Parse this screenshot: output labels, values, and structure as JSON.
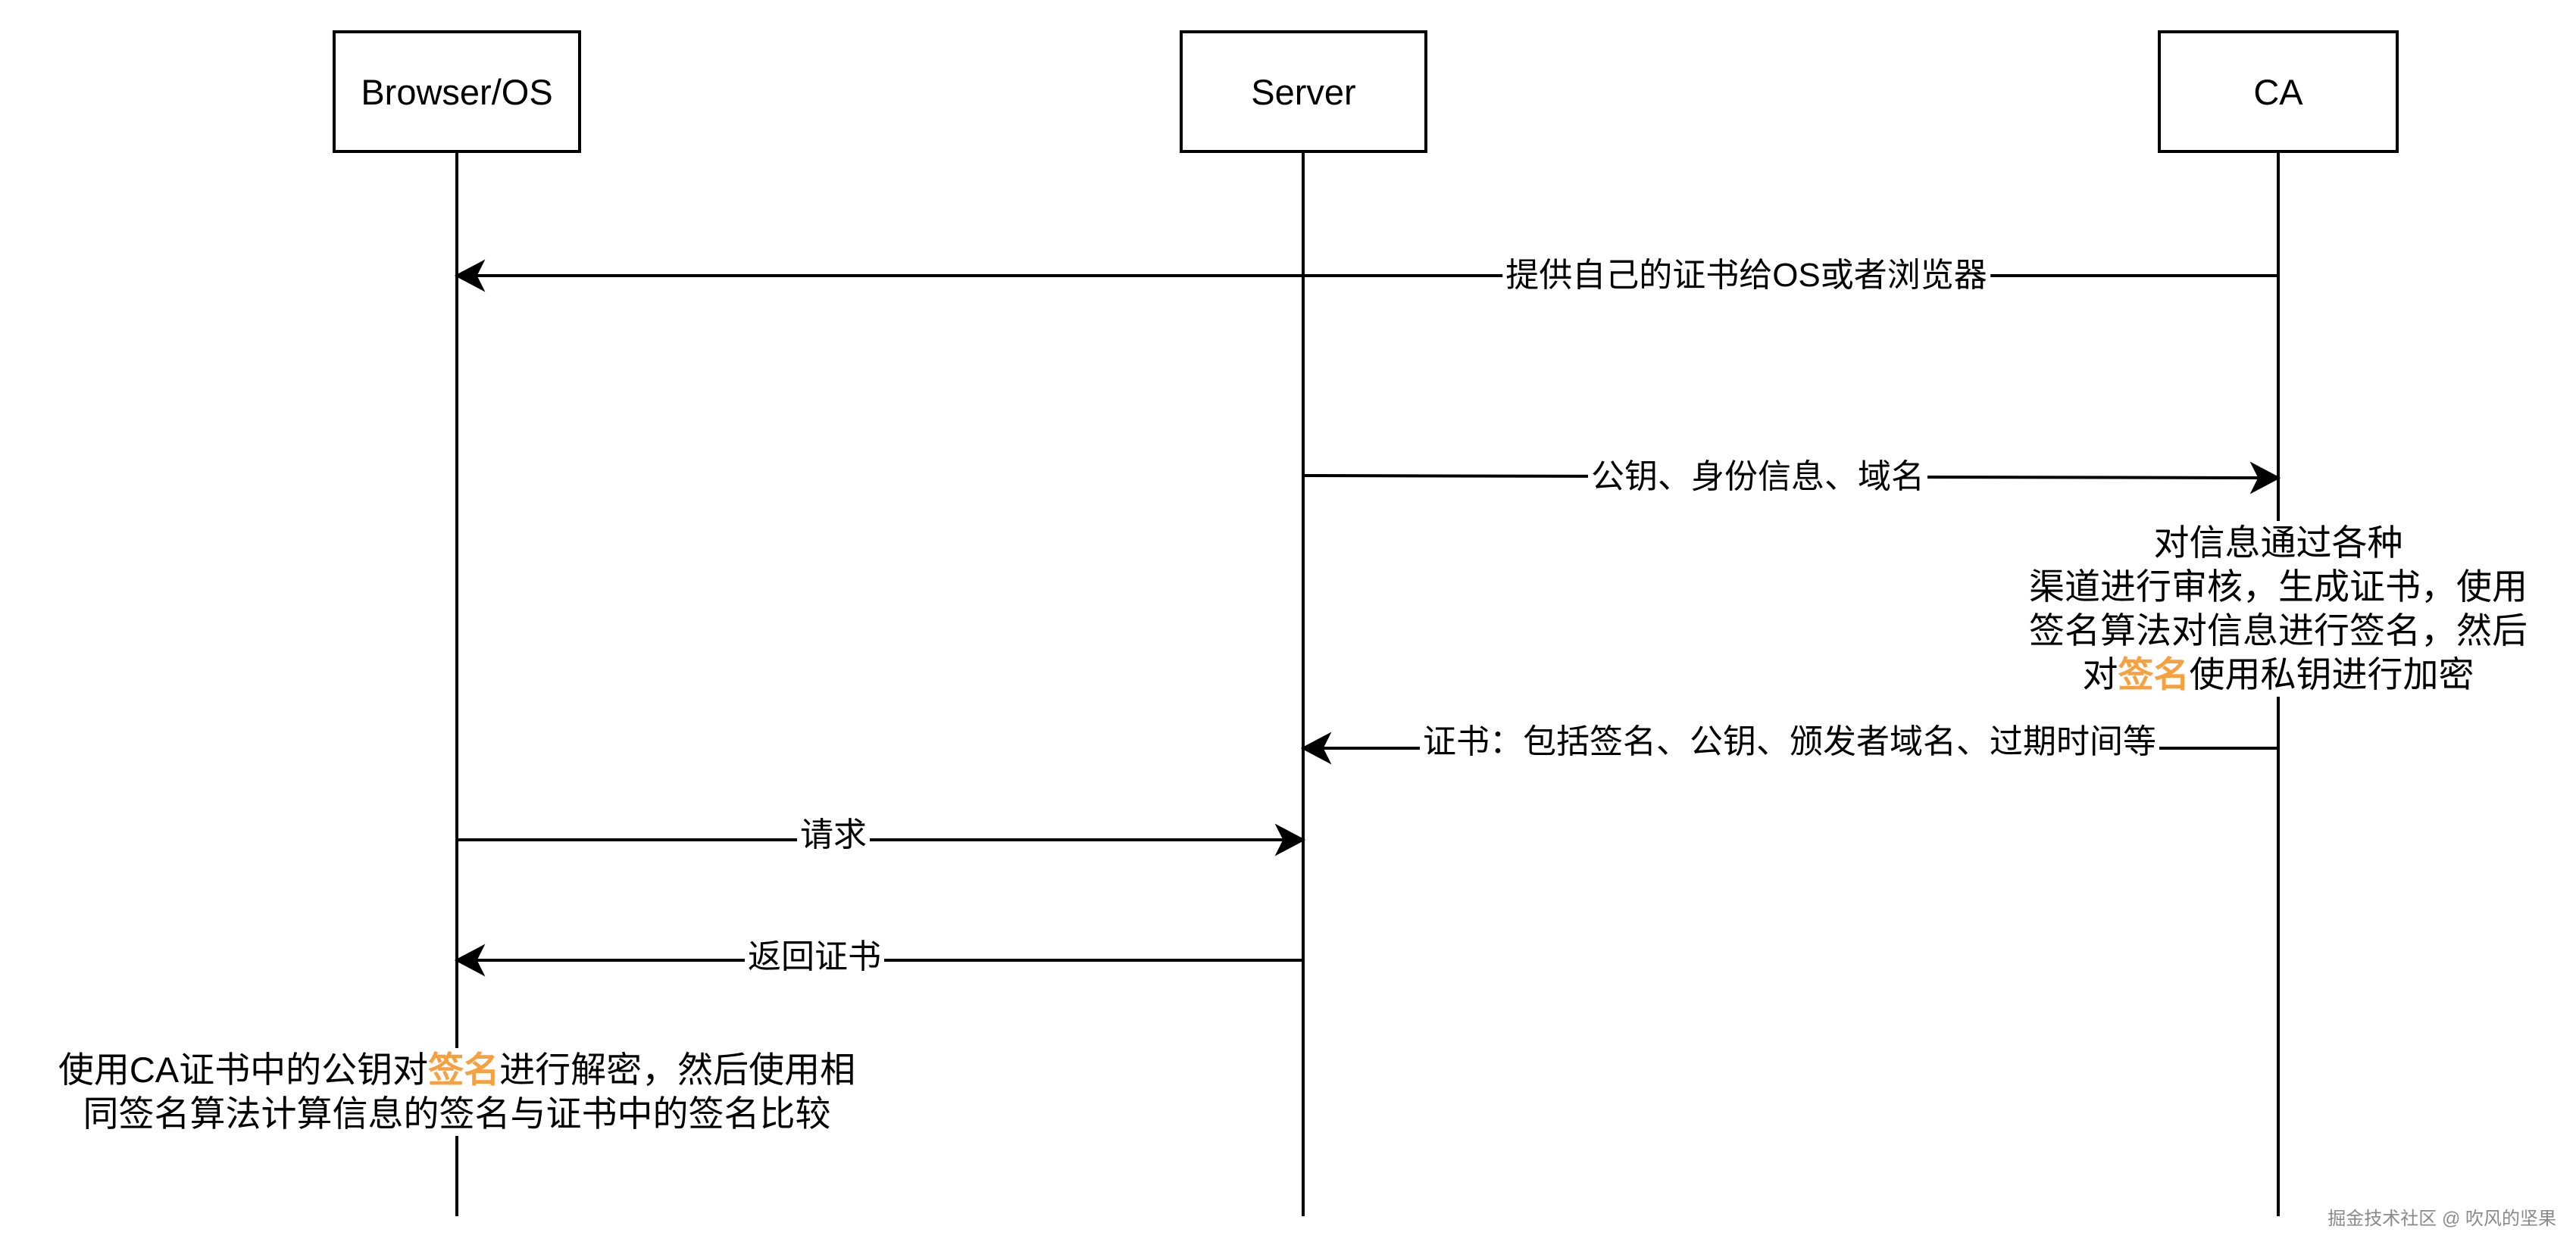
{
  "colors": {
    "line": "#000000",
    "highlight": "#f7a040",
    "watermark": "#8a8a8a"
  },
  "actors": {
    "browser": "Browser/OS",
    "server": "Server",
    "ca": "CA"
  },
  "messages": {
    "ca_to_browser": "提供自己的证书给OS或者浏览器",
    "server_to_ca": "公钥、身份信息、域名",
    "ca_to_server": "证书：包括签名、公钥、颁发者域名、过期时间等",
    "browser_to_server": "请求",
    "server_to_browser": "返回证书"
  },
  "notes": {
    "ca": {
      "line1": "对信息通过各种",
      "line2": "渠道进行审核，生成证书，使用",
      "line3": "签名算法对信息进行签名，然后",
      "line4_before": "对",
      "line4_highlight": "签名",
      "line4_after": "使用私钥进行加密"
    },
    "browser": {
      "line1_before": "使用CA证书中的公钥对",
      "line1_highlight": "签名",
      "line1_after": "进行解密，然后使用相",
      "line2": "同签名算法计算信息的签名与证书中的签名比较"
    }
  },
  "watermark": "掘金技术社区 @ 吹风的坚果"
}
